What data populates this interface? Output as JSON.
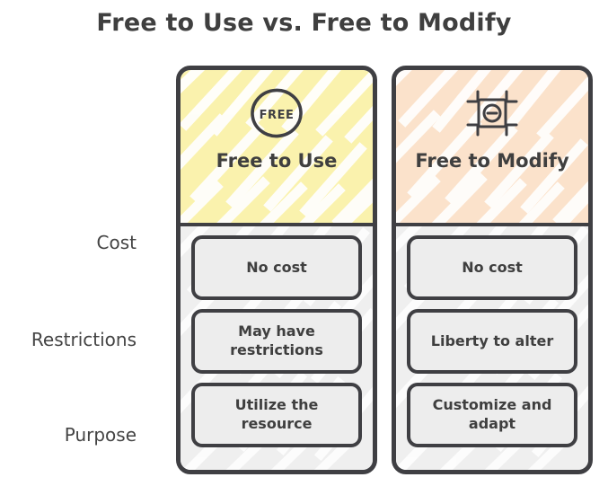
{
  "page": {
    "title": "Free to Use vs. Free to Modify",
    "background_color": "#ffffff",
    "text_color": "#3f3f3f",
    "border_color": "#3f3f43"
  },
  "row_labels": [
    {
      "label": "Cost"
    },
    {
      "label": "Restrictions"
    },
    {
      "label": "Purpose"
    }
  ],
  "columns": [
    {
      "id": "free-to-use",
      "title": "Free to Use",
      "icon": "free-badge-icon",
      "accent_color": "#faf2ad",
      "cells": [
        {
          "text": "No cost"
        },
        {
          "text": "May have restrictions"
        },
        {
          "text": "Utilize the resource"
        }
      ]
    },
    {
      "id": "free-to-modify",
      "title": "Free to Modify",
      "icon": "crop-modify-icon",
      "accent_color": "#fbe2cb",
      "cells": [
        {
          "text": "No cost"
        },
        {
          "text": "Liberty to alter"
        },
        {
          "text": "Customize and adapt"
        }
      ]
    }
  ],
  "icons": {
    "free_badge_label": "FREE"
  }
}
